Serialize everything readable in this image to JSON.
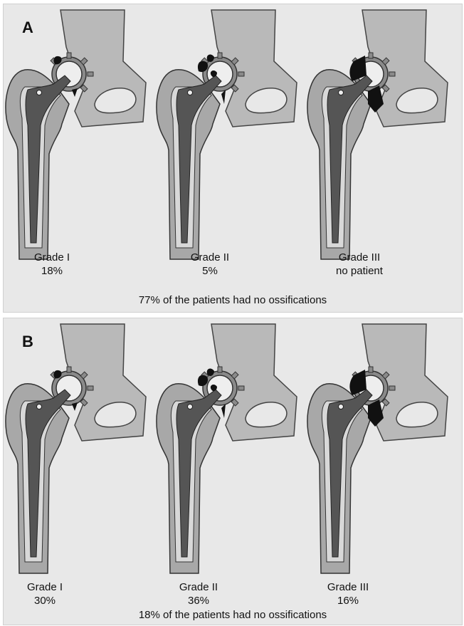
{
  "panels": [
    {
      "letter": "A",
      "grades": [
        {
          "name": "Grade I",
          "value": "18%"
        },
        {
          "name": "Grade II",
          "value": "5%"
        },
        {
          "name": "Grade III",
          "value": "no patient"
        }
      ],
      "footnote": "77% of the patients had no ossifications"
    },
    {
      "letter": "B",
      "grades": [
        {
          "name": "Grade I",
          "value": "30%"
        },
        {
          "name": "Grade II",
          "value": "36%"
        },
        {
          "name": "Grade III",
          "value": "16%"
        }
      ],
      "footnote": "18% of the patients had no ossifications"
    }
  ],
  "colors": {
    "background": "#e8e8e8",
    "pelvis": "#b9b9b9",
    "femur_outer": "#a8a8a8",
    "stem": "#555555",
    "cement": "#d8d8d8",
    "ossification": "#111111"
  }
}
